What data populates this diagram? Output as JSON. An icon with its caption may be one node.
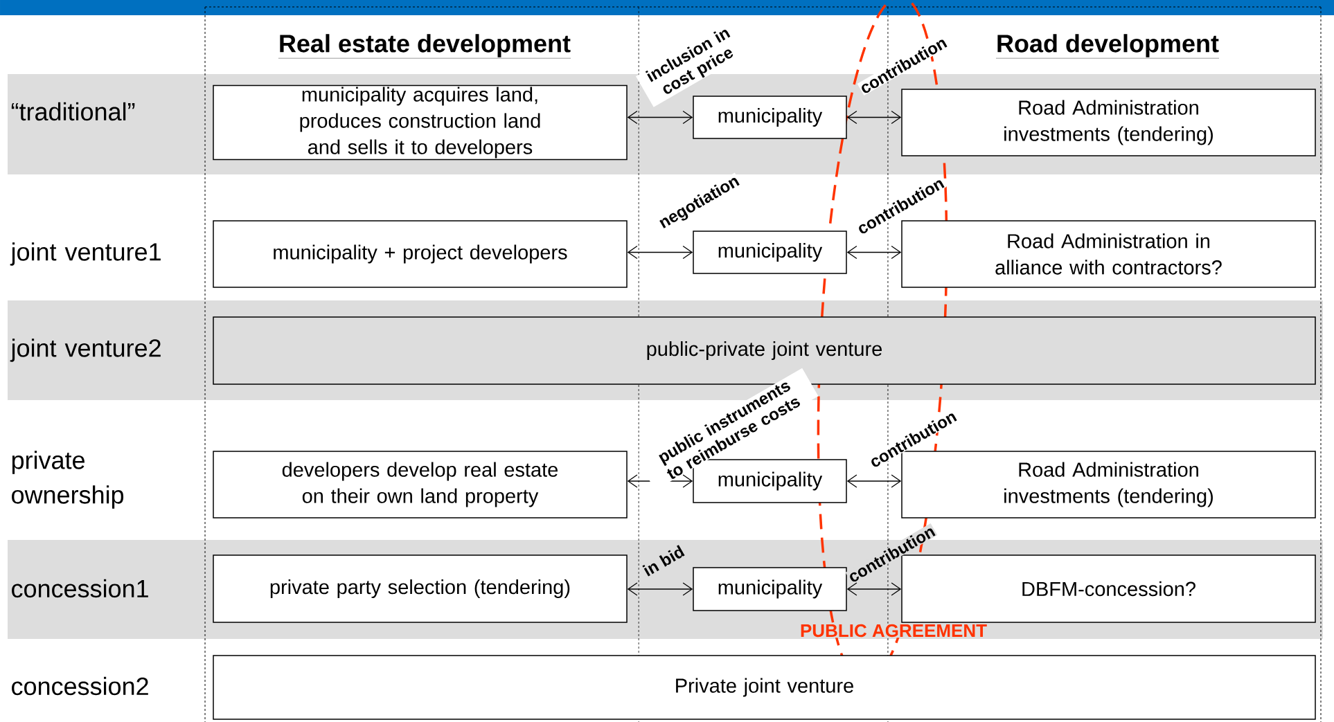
{
  "diagram": {
    "nodes": [
      {
        "text": [
          "municipality acquires land, produces construction land and sells it to developers"
        ]
      },
      {
        "text": [
          "municipality"
        ]
      },
      {
        "text": [
          "Road Administration investments (tendering)"
        ]
      },
      {
        "text": [
          "municipality + project developers"
        ]
      },
      {
        "text": [
          "municipality"
        ]
      },
      {
        "text": [
          "Road Administration in alliance with contractors?"
        ]
      },
      {
        "text": [
          "public-private joint venture"
        ]
      },
      {
        "text": [
          "developers develop real estate on their own land property"
        ]
      },
      {
        "text": [
          "municipality"
        ]
      },
      {
        "text": [
          "Road Administration investments (tendering)"
        ]
      },
      {
        "text": [
          "private party selection (tendering)"
        ]
      },
      {
        "text": [
          "municipality"
        ]
      },
      {
        "text": [
          "DBFM-concession?"
        ]
      },
      {
        "text": [
          "Private joint venture"
        ]
      },
      {
        "text": [],
        "shape": "bar"
      }
    ],
    "edges": [
      {
        "from": 0,
        "to": 1,
        "arrow": "both",
        "label": "inclusion in cost price"
      },
      {
        "from": 1,
        "to": 2,
        "arrow": "both",
        "label": "contribution"
      },
      {
        "from": 3,
        "to": 4,
        "arrow": "both",
        "label": "negotiation"
      },
      {
        "from": 4,
        "to": 5,
        "arrow": "both",
        "label": "contribution"
      },
      {
        "from": 7,
        "to": 8,
        "arrow": "both",
        "label": "public instruments to reimburse costs"
      },
      {
        "from": 8,
        "to": 9,
        "arrow": "both",
        "label": "contribution"
      },
      {
        "from": 10,
        "to": 11,
        "arrow": "both",
        "label": "in bid"
      },
      {
        "from": 11,
        "to": 12,
        "arrow": "both",
        "label": "contribution"
      }
    ],
    "labels": [
      "Real estate development",
      "Road development",
      "“traditional”",
      "joint venture1",
      "joint venture2",
      "private ownership",
      "concession1",
      "concession2",
      "PUBLIC AGREEMENT"
    ]
  }
}
